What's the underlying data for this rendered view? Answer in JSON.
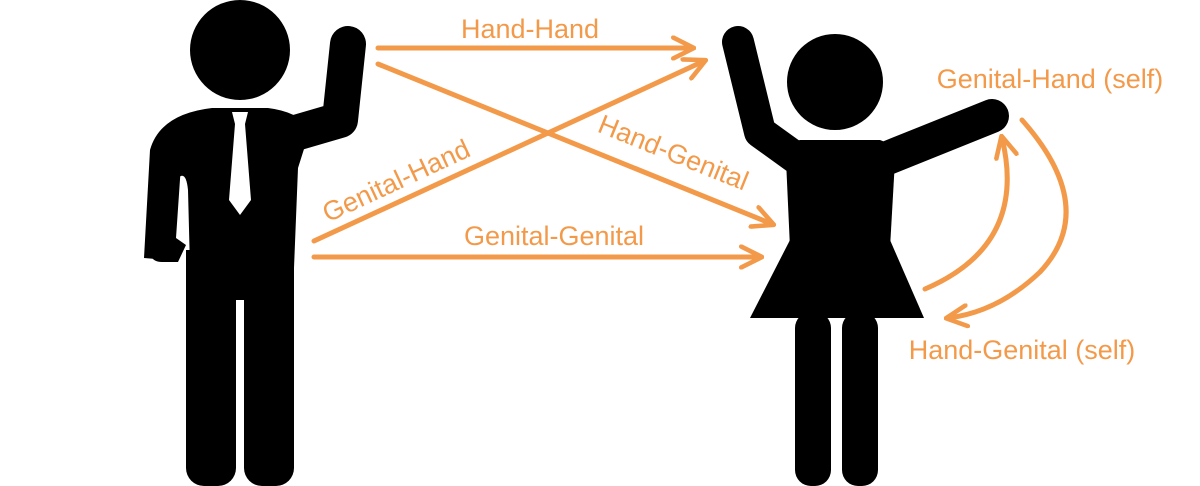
{
  "labels": {
    "hand_hand": "Hand-Hand",
    "hand_genital": "Hand-Genital",
    "genital_hand": "Genital-Hand",
    "genital_genital": "Genital-Genital",
    "genital_hand_self": "Genital-Hand (self)",
    "hand_genital_self": "Hand-Genital (self)"
  },
  "colors": {
    "arrow": "#f39a4a",
    "figure": "#000000",
    "tie": "#ffffff"
  }
}
